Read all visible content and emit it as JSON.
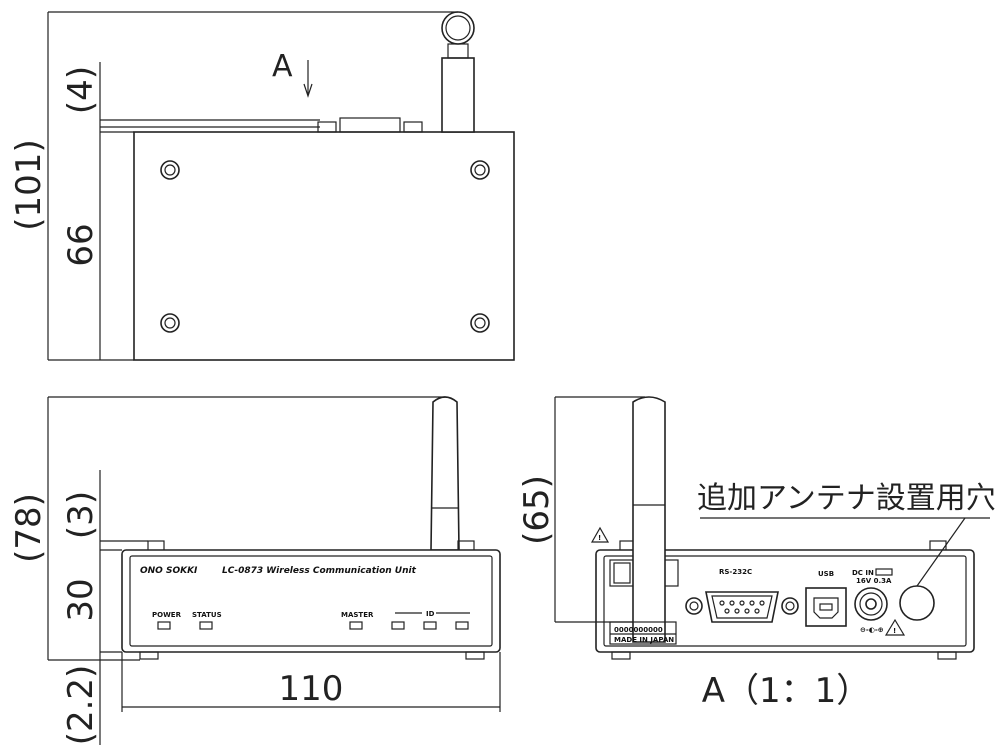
{
  "top_view": {
    "arrow_label": "A",
    "dim_overall": "(101)",
    "dim_top": "(4)",
    "dim_body": "66"
  },
  "front_view": {
    "dim_overall": "(78)",
    "dim_top": "(3)",
    "dim_body": "30",
    "dim_bottom": "(2.2)",
    "dim_width": "110",
    "brand": "ONO SOKKI",
    "model": "LC-0873 Wireless Communication Unit",
    "led_power": "POWER",
    "led_status": "STATUS",
    "led_master": "MASTER",
    "led_id": "ID"
  },
  "rear_view": {
    "dim_height": "(65)",
    "port_rs232c": "RS-232C",
    "port_usb": "USB",
    "port_dc_line1": "DC IN",
    "port_dc_line2": "16V 0.3A",
    "made_in": "MADE IN JAPAN",
    "caption": "A（1：1）",
    "callout": "追加アンテナ設置用穴",
    "warning_icon": "warning-triangle-icon"
  }
}
